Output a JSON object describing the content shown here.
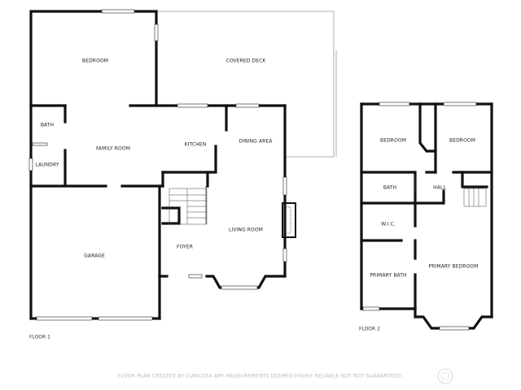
{
  "floors": [
    {
      "label": "FLOOR 1",
      "rooms": {
        "bedroom": "BEDROOM",
        "covered_deck": "COVERED DECK",
        "bath": "BATH",
        "family_room": "FAMILY ROOM",
        "kitchen": "KITCHEN",
        "dining_area": "DINING AREA",
        "laundry": "LAUNDRY",
        "living_room": "LIVING ROOM",
        "foyer": "FOYER",
        "garage": "GARAGE"
      }
    },
    {
      "label": "FLOOR 2",
      "rooms": {
        "bedroom_left": "BEDROOM",
        "bedroom_right": "BEDROOM",
        "bath": "BATH",
        "hall": "HALL",
        "wic": "W.I.C.",
        "primary_bedroom": "PRIMARY BEDROOM",
        "primary_bath": "PRIMARY BATH"
      }
    }
  ],
  "footer": "FLOOR PLAN CREATED BY CUBICASA APP. MEASUREMENTS DEEMED HIGHLY RELIABLE BUT NOT GUARANTEED."
}
